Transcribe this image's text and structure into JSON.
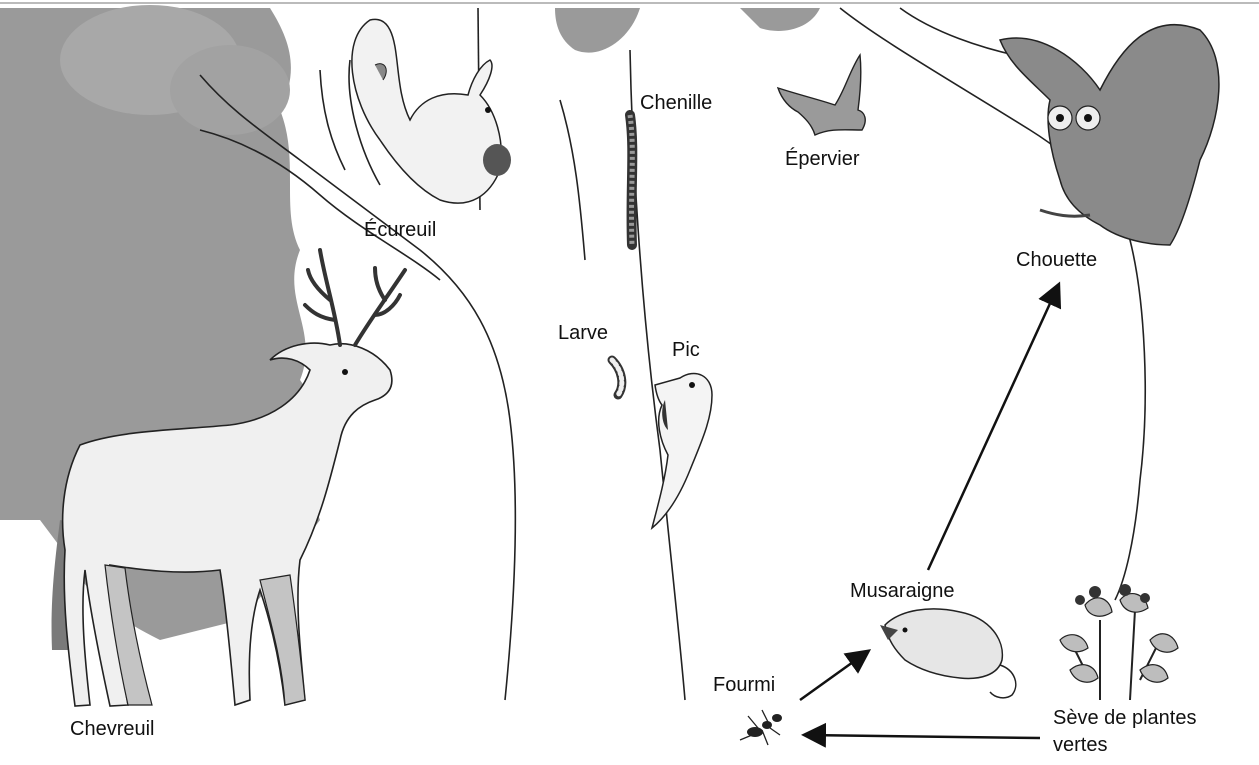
{
  "labels": {
    "ecureuil": "Écureuil",
    "chenille": "Chenille",
    "epervier": "Épervier",
    "chouette": "Chouette",
    "larve": "Larve",
    "pic": "Pic",
    "chevreuil": "Chevreuil",
    "musaraigne": "Musaraigne",
    "fourmi": "Fourmi",
    "seve_line1": "Sève de plantes",
    "seve_line2": "vertes"
  }
}
